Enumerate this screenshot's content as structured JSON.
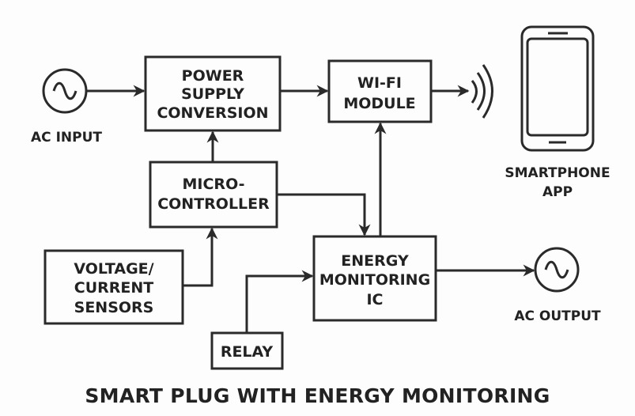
{
  "title": "SMART PLUG WITH ENERGY MONITORING",
  "nodes": {
    "ac_input": {
      "label": "AC INPUT",
      "icon": "ac-sine-source-icon"
    },
    "power_supply": {
      "lines": [
        "POWER",
        "SUPPLY",
        "CONVERSION"
      ]
    },
    "wifi_module": {
      "lines": [
        "WI-FI",
        "MODULE"
      ]
    },
    "microcontroller": {
      "lines": [
        "MICRO-",
        "CONTROLLER"
      ]
    },
    "sensors": {
      "lines": [
        "VOLTAGE/",
        "CURRENT",
        "SENSORS"
      ]
    },
    "energy_ic": {
      "lines": [
        "ENERGY",
        "MONITORING",
        "IC"
      ]
    },
    "relay": {
      "lines": [
        "RELAY"
      ]
    },
    "ac_output": {
      "label": "AC OUTPUT",
      "icon": "ac-sine-source-icon"
    },
    "smartphone": {
      "lines": [
        "SMARTPHONE",
        "APP"
      ],
      "icon": "smartphone-icon"
    },
    "wireless": {
      "icon": "wireless-signal-icon"
    }
  },
  "connections": [
    {
      "from": "AC INPUT",
      "to": "POWER SUPPLY CONVERSION"
    },
    {
      "from": "POWER SUPPLY CONVERSION",
      "to": "WI-FI MODULE"
    },
    {
      "from": "WI-FI MODULE",
      "to": "SMARTPHONE APP",
      "via": "wireless"
    },
    {
      "from": "MICRO-CONTROLLER",
      "to": "POWER SUPPLY CONVERSION"
    },
    {
      "from": "MICRO-CONTROLLER",
      "to": "ENERGY MONITORING IC"
    },
    {
      "from": "ENERGY MONITORING IC",
      "to": "WI-FI MODULE"
    },
    {
      "from": "VOLTAGE/CURRENT SENSORS",
      "to": "MICRO-CONTROLLER"
    },
    {
      "from": "RELAY",
      "to": "ENERGY MONITORING IC"
    },
    {
      "from": "ENERGY MONITORING IC",
      "to": "AC OUTPUT"
    }
  ]
}
